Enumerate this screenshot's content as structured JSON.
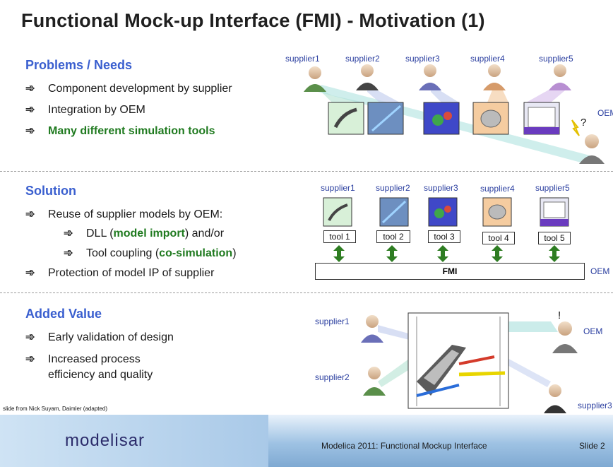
{
  "title": "Functional Mock-up Interface (FMI) - Motivation (1)",
  "sections": {
    "problems": {
      "heading": "Problems / Needs",
      "bullets": [
        "Component development by supplier",
        "Integration by OEM",
        "Many different simulation tools"
      ]
    },
    "solution": {
      "heading": "Solution",
      "bullet1": "Reuse of supplier models by OEM:",
      "sub1_pre": "DLL (",
      "sub1_em": "model import",
      "sub1_post": ") and/or",
      "sub2_pre": "Tool coupling (",
      "sub2_em": "co-simulation",
      "sub2_post": ")",
      "bullet2": "Protection of model IP of supplier"
    },
    "added": {
      "heading": "Added Value",
      "bullet1": "Early validation of design",
      "bullet2a": "Increased process",
      "bullet2b": "efficiency and quality"
    }
  },
  "diagram1": {
    "suppliers": [
      "supplier1",
      "supplier2",
      "supplier3",
      "supplier4",
      "supplier5"
    ],
    "oem": "OEM",
    "question": "?"
  },
  "diagram2": {
    "suppliers": [
      "supplier1",
      "supplier2",
      "supplier3",
      "supplier4",
      "supplier5"
    ],
    "tools": [
      "tool 1",
      "tool 2",
      "tool 3",
      "tool 4",
      "tool 5"
    ],
    "fmi": "FMI",
    "oem": "OEM"
  },
  "diagram3": {
    "supplier1": "supplier1",
    "supplier2": "supplier2",
    "oem": "OEM",
    "supplier3": "supplier3",
    "exclaim": "!"
  },
  "credit": "slide from Nick Suyam, Daimler (adapted)",
  "footer": {
    "logo": "modelisar",
    "center": "Modelica 2011: Functional Mockup Interface",
    "slide": "Slide 2"
  },
  "colors": {
    "heading": "#3a5fcf",
    "emphasis": "#1f7a1f",
    "arrow": "#2e7d22"
  }
}
